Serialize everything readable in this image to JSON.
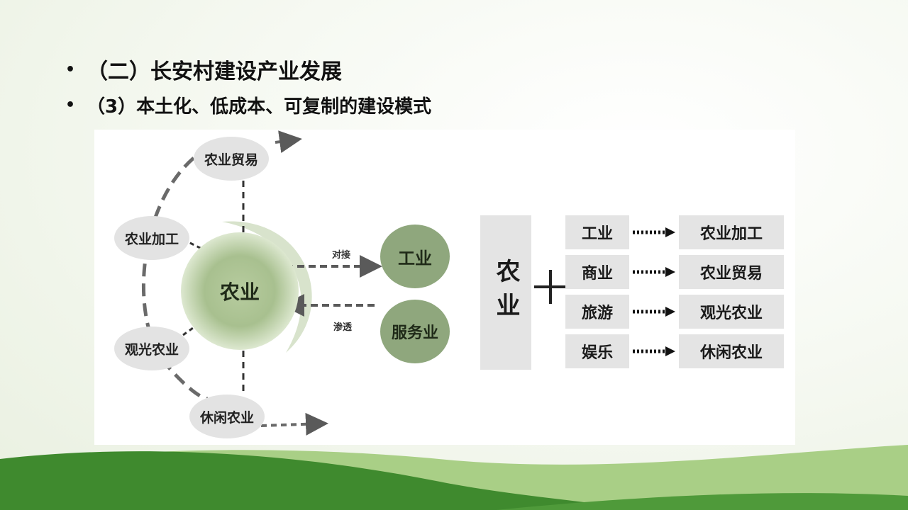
{
  "slide": {
    "bullet_glyph": "•",
    "line1": "（二）长安村建设产业发展",
    "line2": "（3）本土化、低成本、可复制的建设模式"
  },
  "diagram_left": {
    "center": "农业",
    "satellites": [
      "农业贸易",
      "农业加工",
      "观光农业",
      "休闲农业"
    ],
    "sectors": [
      "工业",
      "服务业"
    ],
    "arrow_labels": {
      "dock": "对接",
      "permeate": "渗透"
    }
  },
  "diagram_right": {
    "main": "农业",
    "plus": "+",
    "rows": [
      {
        "left": "工业",
        "right": "农业加工"
      },
      {
        "left": "商业",
        "right": "农业贸易"
      },
      {
        "left": "旅游",
        "right": "观光农业"
      },
      {
        "left": "娱乐",
        "right": "休闲农业"
      }
    ]
  },
  "colors": {
    "satellite_bg": "#e3e3e3",
    "sector_green": "#8fa77d",
    "center_green": "#a8c08f",
    "dash_gray": "#5a5a5a",
    "ground_dark": "#3f8a2e",
    "ground_light": "#a9cf86"
  }
}
